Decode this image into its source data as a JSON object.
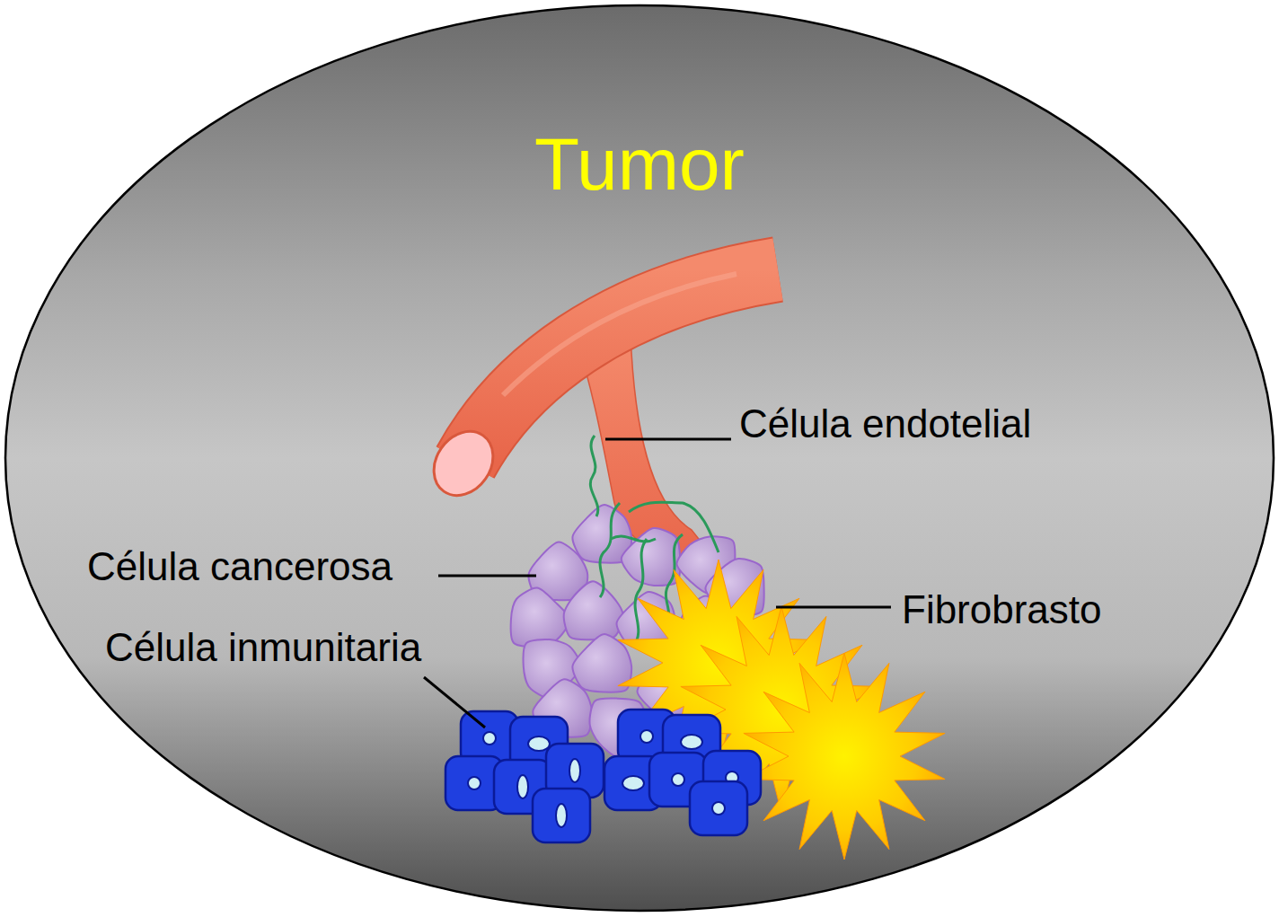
{
  "diagram": {
    "nodes": [
      {
        "text": [
          "Tumor"
        ]
      }
    ],
    "edges": [],
    "labels": [
      "Célula endotelial",
      "Célula cancerosa",
      "Célula inmunitaria",
      "Fibrobrasto"
    ]
  }
}
